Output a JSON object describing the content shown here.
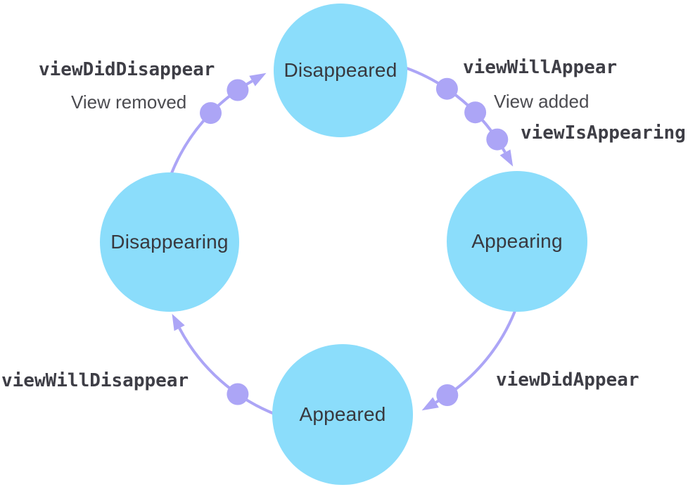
{
  "diagram": {
    "name": "View controller lifecycle cycle",
    "nodes": [
      {
        "id": "disappeared",
        "label": "Disappeared"
      },
      {
        "id": "appearing",
        "label": "Appearing"
      },
      {
        "id": "appeared",
        "label": "Appeared"
      },
      {
        "id": "disappearing",
        "label": "Disappearing"
      }
    ],
    "annotations": {
      "top_left": {
        "code": "viewDidDisappear",
        "note": "View removed"
      },
      "top_right": {
        "code": "viewWillAppear",
        "note": "View added",
        "code2": "viewIsAppearing"
      },
      "bottom_right": {
        "code": "viewDidAppear"
      },
      "bottom_left": {
        "code": "viewWillDisappear"
      }
    },
    "transitions": [
      {
        "from": "disappeared",
        "to": "appearing",
        "steps": [
          "viewWillAppear",
          "viewIsAppearing"
        ],
        "note": "View added"
      },
      {
        "from": "appearing",
        "to": "appeared",
        "steps": [
          "viewDidAppear"
        ]
      },
      {
        "from": "appeared",
        "to": "disappearing",
        "steps": [
          "viewWillDisappear"
        ]
      },
      {
        "from": "disappearing",
        "to": "disappeared",
        "steps": [
          "viewDidDisappear"
        ],
        "note": "View removed"
      }
    ],
    "colors": {
      "node_fill": "#8BDDFB",
      "arrow": "#ACA5F6",
      "code_text": "#3E3E46",
      "note_text": "#4B4B50",
      "node_text": "#38383E",
      "background": "#FFFFFF"
    }
  }
}
